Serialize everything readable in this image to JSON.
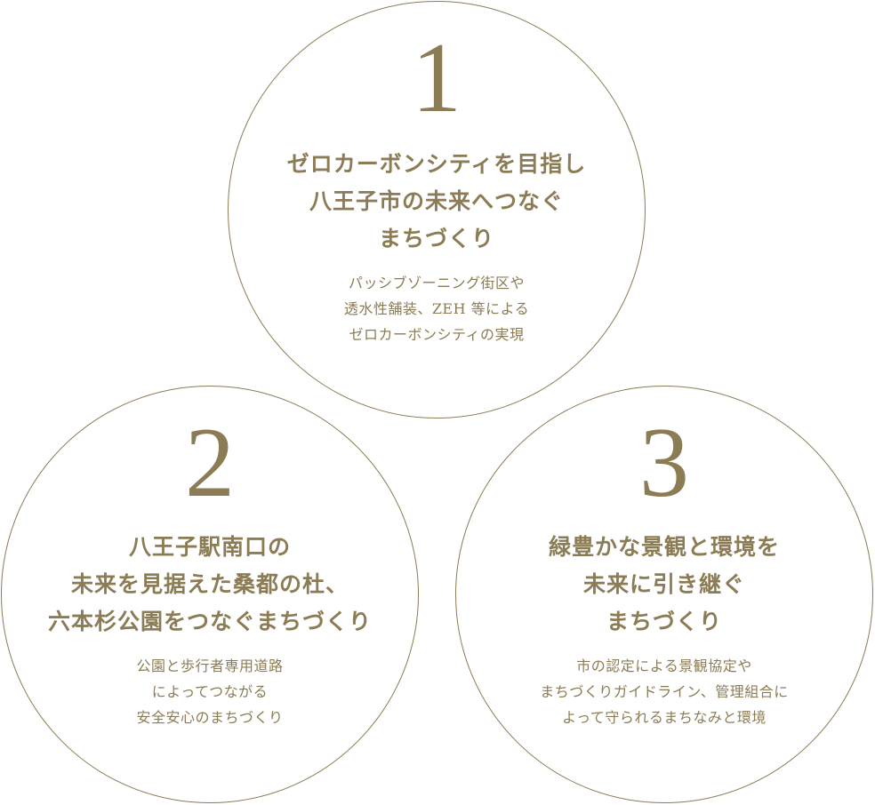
{
  "theme": {
    "accent": "#8c7c55",
    "background": "#ffffff"
  },
  "concepts": [
    {
      "number": "1",
      "title": "ゼロカーボンシティを目指し\n八王子市の未来へつなぐ\nまちづくり",
      "description": "パッシブゾーニング街区や\n透水性舗装、ZEH 等による\nゼロカーボンシティの実現"
    },
    {
      "number": "2",
      "title": "八王子駅南口の\n未来を見据えた桑都の杜、\n六本杉公園をつなぐまちづくり",
      "description": "公園と歩行者専用道路\nによってつながる\n安全安心のまちづくり"
    },
    {
      "number": "3",
      "title": "緑豊かな景観と環境を\n未来に引き継ぐ\nまちづくり",
      "description": "市の認定による景観協定や\nまちづくりガイドライン、管理組合に\nよって守られるまちなみと環境"
    }
  ]
}
